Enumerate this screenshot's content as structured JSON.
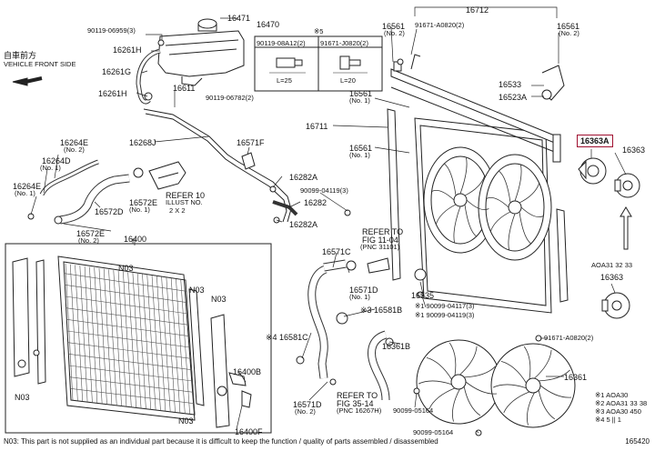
{
  "header": {
    "vehicle_front_jp": "自車前方",
    "vehicle_front": "VEHICLE FRONT SIDE"
  },
  "legend_box": {
    "mark": "※5",
    "part_a": "90119-08A12(2)",
    "part_b": "91671-J0820(2)",
    "dim_a": "L=25",
    "dim_b": "L=20"
  },
  "labels": [
    {
      "id": "l16471",
      "text": "16471"
    },
    {
      "id": "l16470",
      "text": "16470"
    },
    {
      "id": "l90119_06959",
      "text": "90119-06959(3)"
    },
    {
      "id": "l16261H_a",
      "text": "16261H"
    },
    {
      "id": "l16261G",
      "text": "16261G"
    },
    {
      "id": "l16261H_b",
      "text": "16261H"
    },
    {
      "id": "l16611",
      "text": "16611"
    },
    {
      "id": "l90119_06782",
      "text": "90119-06782(2)"
    },
    {
      "id": "l16268J",
      "text": "16268J"
    },
    {
      "id": "l16571F",
      "text": "16571F"
    },
    {
      "id": "l16264E_a",
      "text": "16264E"
    },
    {
      "id": "l16264E_a_n",
      "text": "(No. 2)"
    },
    {
      "id": "l16264D",
      "text": "16264D"
    },
    {
      "id": "l16264D_n",
      "text": "(No. 1)"
    },
    {
      "id": "l16264E_b",
      "text": "16264E"
    },
    {
      "id": "l16264E_b_n",
      "text": "(No. 1)"
    },
    {
      "id": "l16572D",
      "text": "16572D"
    },
    {
      "id": "l16572E_a",
      "text": "16572E"
    },
    {
      "id": "l16572E_a_n",
      "text": "(No. 1)"
    },
    {
      "id": "l16572E_b",
      "text": "16572E"
    },
    {
      "id": "l16572E_b_n",
      "text": "(No. 2)"
    },
    {
      "id": "lrefer10",
      "text": "REFER 10"
    },
    {
      "id": "lrefer10b",
      "text": "ILLUST NO."
    },
    {
      "id": "lrefer10c",
      "text": "2 X 2"
    },
    {
      "id": "l16282A_a",
      "text": "16282A"
    },
    {
      "id": "l16282",
      "text": "16282"
    },
    {
      "id": "l16282A_b",
      "text": "16282A"
    },
    {
      "id": "l16400",
      "text": "16400"
    },
    {
      "id": "lN03_a",
      "text": "N03"
    },
    {
      "id": "lN03_b",
      "text": "N03"
    },
    {
      "id": "lN03_c",
      "text": "N03"
    },
    {
      "id": "lN03_d",
      "text": "N03"
    },
    {
      "id": "lN03_e",
      "text": "N03"
    },
    {
      "id": "l16400B",
      "text": "16400B"
    },
    {
      "id": "l16400F",
      "text": "16400F"
    },
    {
      "id": "l16712",
      "text": "16712"
    },
    {
      "id": "l16561_top",
      "text": "16561"
    },
    {
      "id": "l16561_top_n",
      "text": "(No. 2)"
    },
    {
      "id": "l91671_a",
      "text": "91671-A0820(2)"
    },
    {
      "id": "l16561_r",
      "text": "16561"
    },
    {
      "id": "l16561_r_n",
      "text": "(No. 2)"
    },
    {
      "id": "l16533",
      "text": "16533"
    },
    {
      "id": "l16523A",
      "text": "16523A"
    },
    {
      "id": "l16561_m",
      "text": "16561"
    },
    {
      "id": "l16561_m_n",
      "text": "(No. 1)"
    },
    {
      "id": "l16711",
      "text": "16711"
    },
    {
      "id": "l16561_l",
      "text": "16561"
    },
    {
      "id": "l16561_l_n",
      "text": "(No. 1)"
    },
    {
      "id": "l16363A",
      "text": "16363A"
    },
    {
      "id": "l16363_a",
      "text": "16363"
    },
    {
      "id": "l90099_04119",
      "text": "90099-04119(3)"
    },
    {
      "id": "lreferfig11",
      "text": "REFER TO"
    },
    {
      "id": "lreferfig11b",
      "text": "FIG 11-04"
    },
    {
      "id": "lreferfig11c",
      "text": "(PNC 31101)"
    },
    {
      "id": "l16571C",
      "text": "16571C"
    },
    {
      "id": "l16571D_a",
      "text": "16571D"
    },
    {
      "id": "l16571D_a_n",
      "text": "(No. 1)"
    },
    {
      "id": "l16535",
      "text": "16535"
    },
    {
      "id": "l90099_04117",
      "text": "※1 90099-04117(3)"
    },
    {
      "id": "l90099_04119b",
      "text": "※1 90099-04119(3)"
    },
    {
      "id": "l16581B",
      "text": "※3 16581B"
    },
    {
      "id": "l16581C",
      "text": "※4 16581C"
    },
    {
      "id": "l16361B",
      "text": "16361B"
    },
    {
      "id": "l91671_b",
      "text": "91671-A0820(2)"
    },
    {
      "id": "l16363_b",
      "text": "16363"
    },
    {
      "id": "laoa",
      "text": "AOA31 32 33"
    },
    {
      "id": "l16361",
      "text": "16361"
    },
    {
      "id": "l16571D_b",
      "text": "16571D"
    },
    {
      "id": "l16571D_b_n",
      "text": "(No. 2)"
    },
    {
      "id": "lreferfig35",
      "text": "REFER TO"
    },
    {
      "id": "lreferfig35b",
      "text": "FIG 35-14"
    },
    {
      "id": "lreferfig35c",
      "text": "(PNC 16267H)"
    },
    {
      "id": "l90099_05164_a",
      "text": "90099-05164"
    },
    {
      "id": "l90099_05164_b",
      "text": "90099-05164"
    }
  ],
  "keys": [
    "※1 AOA30",
    "※2 AOA31 33 38",
    "※3 AOA30 450",
    "※4 5 || 1"
  ],
  "footnote": "N03: This part is not supplied as an individual part because it is difficult to keep the function / quality of parts assembled / disassembled",
  "diagram_id": "165420"
}
